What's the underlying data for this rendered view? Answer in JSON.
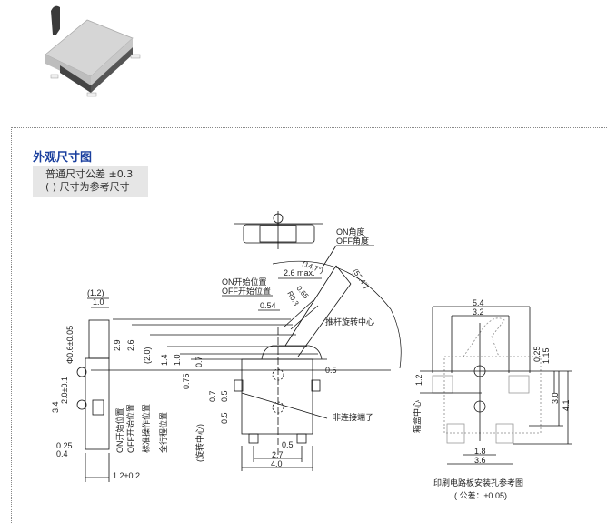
{
  "product_photo": {
    "alt": "detector switch product photo"
  },
  "section": {
    "title": "外观尺寸图",
    "notes": [
      "普通尺寸公差 ±0.3",
      "( ) 尺寸为参考尺寸"
    ]
  },
  "top_view": {
    "on_angle_label": "ON角度",
    "off_angle_label": "OFF角度",
    "angle_on": "(14.7°)",
    "angle_off": "(52.4°)"
  },
  "front_view": {
    "on_start_label": "ON开始位置",
    "off_start_label": "OFF开始位置",
    "dim_26max": "2.6 max.",
    "dim_065": "0.65",
    "dim_r03": "R0.3",
    "dim_054": "0.54",
    "lever_center_label": "推杆旋转中心",
    "non_connect_label": "非连接端子",
    "dim_05_right": "0.5",
    "dim_05_bottom": "0.5",
    "dim_27": "2.7",
    "dim_40": "4.0",
    "heights": [
      "2.9",
      "2.6",
      "(2.0)",
      "1.4",
      "1.0",
      "0.7"
    ],
    "dim_075": "0.75",
    "dim_07b": "0.7",
    "dim_05a": "0.5",
    "dim_05b": "0.5",
    "vertical_labels": [
      "ON开始位置",
      "OFF开始位置",
      "标准操作位置",
      "全行程位置",
      "(旋转中心)"
    ]
  },
  "side_view": {
    "dim_12": "(1.2)",
    "dim_10": "1.0",
    "dim_phi": "Φ0.6±0.05",
    "dim_34": "3.4",
    "dim_20": "2.0±0.1",
    "dim_025": "0.25",
    "dim_04": "0.4",
    "dim_12pm": "1.2±0.2"
  },
  "pcb_view": {
    "dim_54": "5.4",
    "dim_32": "3.2",
    "dim_025": "0.25",
    "dim_115": "1.15",
    "dim_30": "3.0",
    "dim_41": "4.1",
    "dim_12": "1.2",
    "box_center_label": "箱盒中心",
    "dim_18": "1.8",
    "dim_36": "3.6",
    "caption": "印刷电路板安装孔参考图",
    "tolerance": "( 公差：±0.05)"
  }
}
